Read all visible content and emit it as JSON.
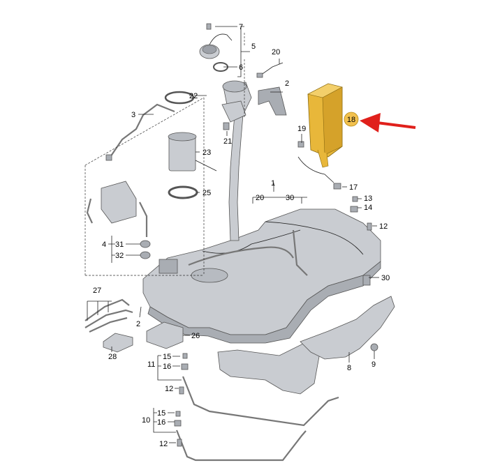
{
  "diagram": {
    "callouts": {
      "c1": "1",
      "c2a": "2",
      "c2b": "2",
      "c3": "3",
      "c4": "4",
      "c5": "5",
      "c6": "6",
      "c7": "7",
      "c8": "8",
      "c9": "9",
      "c10": "10",
      "c11": "11",
      "c12a": "12",
      "c12b": "12",
      "c12c": "12",
      "c13": "13",
      "c14": "14",
      "c15a": "15",
      "c15b": "15",
      "c16a": "16",
      "c16b": "16",
      "c17": "17",
      "c18": "18",
      "c19": "19",
      "c20a": "20",
      "c20b": "20",
      "c21": "21",
      "c22": "22",
      "c23": "23",
      "c25": "25",
      "c26": "26",
      "c27": "27",
      "c28": "28",
      "c30a": "30",
      "c30b": "30",
      "c31": "31",
      "c32": "32"
    },
    "colors": {
      "highlight_part": "#e8b73a",
      "highlight_badge": "#f2c14e",
      "arrow": "#e0201b",
      "part_fill": "#c9ccd1"
    }
  }
}
